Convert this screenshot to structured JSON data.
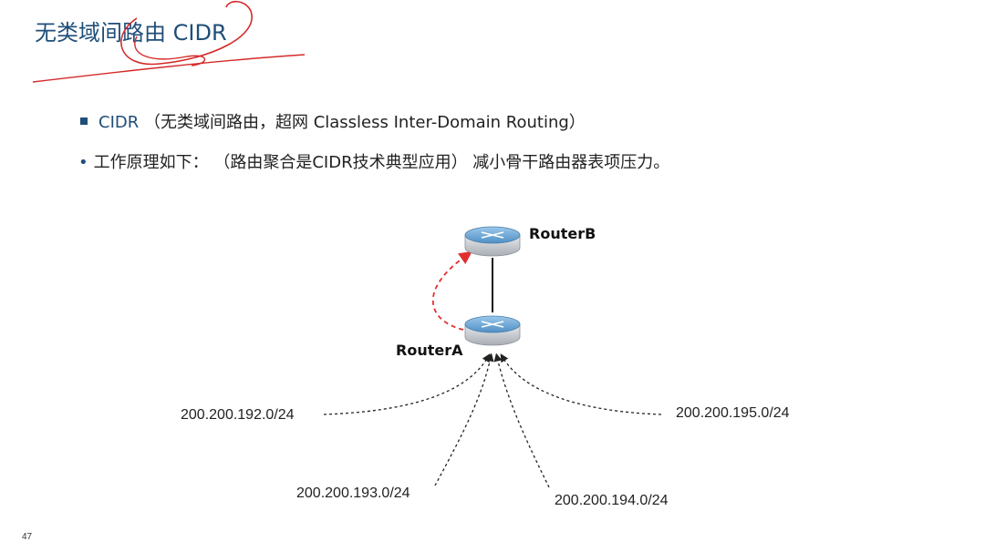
{
  "slide": {
    "title": "无类域间路由 CIDR",
    "page_number": "47"
  },
  "bullets": [
    {
      "highlight": "CIDR",
      "text": "（无类域间路由，超网 Classless Inter-Domain Routing）"
    },
    {
      "text": "工作原理如下：  （路由聚合是CIDR技术典型应用）  减小骨干路由器表项压力。"
    }
  ],
  "diagram": {
    "routers": [
      {
        "id": "routerB",
        "label": "RouterB"
      },
      {
        "id": "routerA",
        "label": "RouterA"
      }
    ],
    "networks": [
      "200.200.192.0/24",
      "200.200.193.0/24",
      "200.200.194.0/24",
      "200.200.195.0/24"
    ],
    "colors": {
      "aggregation_arrow": "#e03030",
      "link": "#000000",
      "router_top": "#6aa8d8",
      "router_body": "#c8ccd2"
    }
  }
}
